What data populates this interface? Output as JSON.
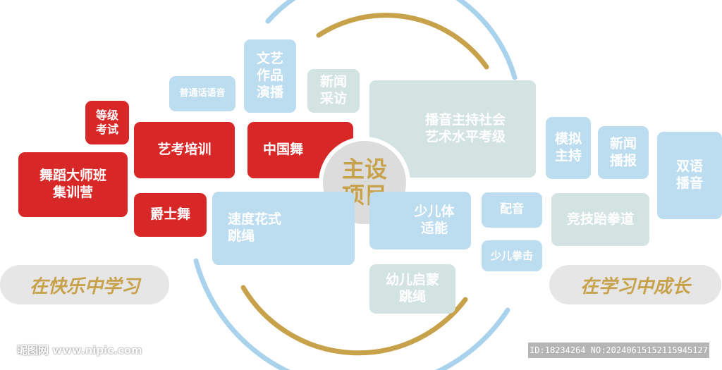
{
  "center": {
    "line1": "主设",
    "line2": "项目"
  },
  "colors": {
    "red": "#d82727",
    "blue": "#bcdcef",
    "teal": "#d2e3e1",
    "gold": "#c7a24a",
    "arc_blue": "#a9d3ec"
  },
  "items": {
    "dengji_kaoshi": "等级\n考试",
    "wudao_dashiban": "舞蹈大师班\n集训营",
    "yikao_peixun": "艺考培训",
    "jueshiwu": "爵士舞",
    "zhongguowu": "中国舞",
    "putonghua": "普通话语音",
    "wenyi_zuopin": "文艺\n作品\n演播",
    "xinwen_caifang": "新闻\n采访",
    "boyin_zhuchi": "播音主持社会\n艺术水平考级",
    "sudu_huashi": "速度花式\n跳绳",
    "shaoer_tineng": "少儿体\n适能",
    "peiyin": "配音",
    "shaoer_quanji": "少儿拳击",
    "youer_qimeng": "幼儿启蒙\n跳绳",
    "moni_zhuchi": "模拟\n主持",
    "xinwen_bobao": "新闻\n播报",
    "shuangyu_boyin": "双语\n播音",
    "jingji_taiquandao": "竞技跆拳道"
  },
  "slogans": {
    "left": "在快乐中学习",
    "right": "在学习中成长"
  },
  "watermark": {
    "left": "昵图网 www.nipic.com",
    "right": "ID:18234264 NO:20240615152115945127"
  }
}
